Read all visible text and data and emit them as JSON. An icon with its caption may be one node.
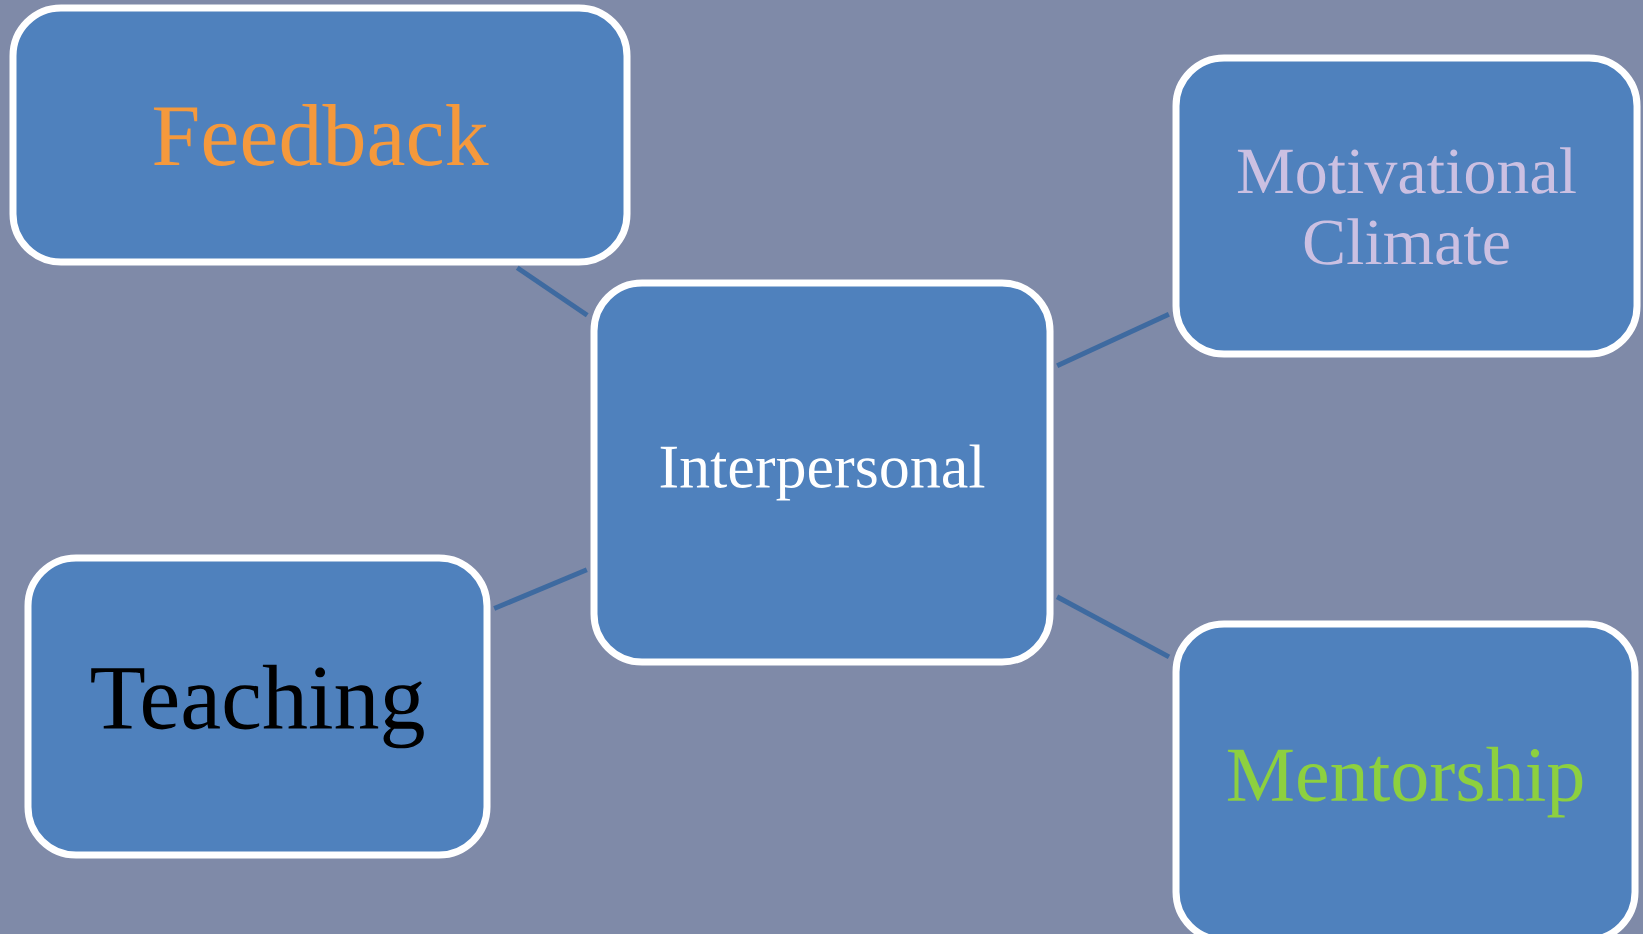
{
  "diagram": {
    "nodes": [
      {
        "text": [
          "Feedback"
        ]
      },
      {
        "text": [
          "Motivational Climate"
        ]
      },
      {
        "text": [
          "Interpersonal"
        ]
      },
      {
        "text": [
          "Teaching"
        ]
      },
      {
        "text": [
          "Mentorship"
        ]
      }
    ],
    "edges": [
      {
        "from": 2,
        "to": 0,
        "arrow": "none"
      },
      {
        "from": 2,
        "to": 1,
        "arrow": "none"
      },
      {
        "from": 2,
        "to": 3,
        "arrow": "none"
      },
      {
        "from": 2,
        "to": 4,
        "arrow": "none"
      }
    ]
  }
}
